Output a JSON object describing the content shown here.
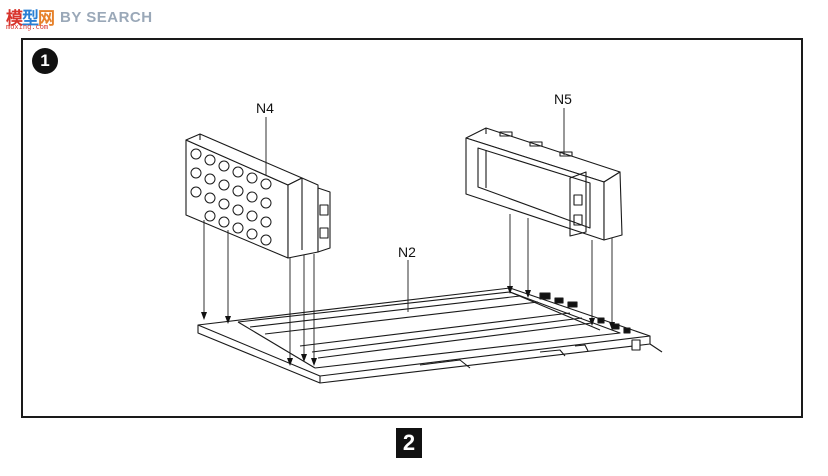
{
  "watermark": {
    "cn_part1": "模",
    "cn_part2": "型",
    "cn_part3": "网",
    "en": "BY SEARCH",
    "url": "moxing.com"
  },
  "step": {
    "current": "1",
    "next": "2"
  },
  "parts": {
    "n4": "N4",
    "n5": "N5",
    "n2": "N2"
  }
}
